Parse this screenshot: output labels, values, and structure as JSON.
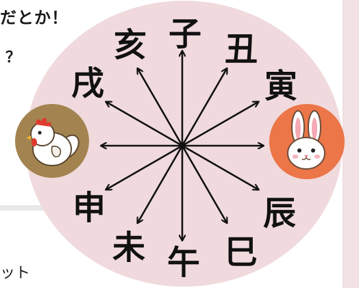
{
  "texts": {
    "top_line": "だとか！",
    "question": "？",
    "bottom_line": "ット"
  },
  "zodiac": {
    "ne": "子",
    "ushi": "丑",
    "tora": "寅",
    "u": "卯",
    "tatsu": "辰",
    "mi": "巳",
    "uma": "午",
    "hitsuji": "未",
    "saru": "申",
    "tori": "酉",
    "inu": "戌",
    "i": "亥"
  },
  "icons": {
    "rooster": "rooster-icon",
    "rabbit": "rabbit-icon"
  },
  "colors": {
    "circle_background": "#f0dadd",
    "rooster_background": "#a38450",
    "rabbit_background": "#ec7648",
    "right_panel": "#f3e2e4"
  }
}
